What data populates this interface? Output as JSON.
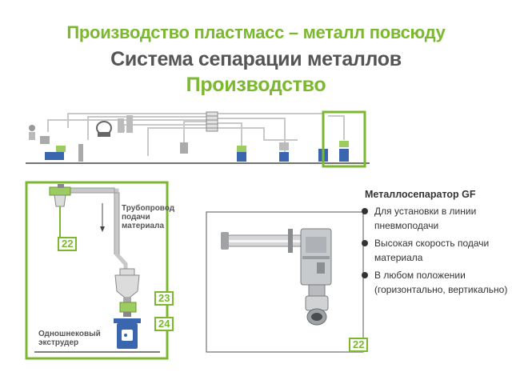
{
  "header": {
    "title": "Производство пластмасс – металл повсюду",
    "subtitle": "Система сепарации металлов",
    "section": "Производство"
  },
  "left_panel": {
    "pipe_label": "Трубопровод подачи материала",
    "extruder_label": "Одношнековый экструдер",
    "badge_a": "22",
    "badge_b": "23",
    "badge_c": "24"
  },
  "product_panel": {
    "badge": "22"
  },
  "info": {
    "title": "Металлосепаратор GF",
    "bullets": [
      "Для установки в линии пневмоподачи",
      "Высокая скорость подачи материала",
      "В любом положении (горизонтально, вертикально)"
    ]
  },
  "colors": {
    "accent": "#7cb82f",
    "heading": "#555555",
    "device_blue": "#3a66b0",
    "pipe_gray": "#c8c8c8"
  }
}
